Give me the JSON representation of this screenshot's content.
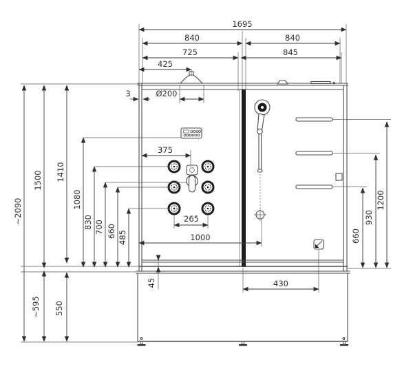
{
  "drawing": {
    "type": "technical-dimension-drawing",
    "subject": "steam-shower-cabin-front-view",
    "units": "mm",
    "colors": {
      "line": "#4a4a4a",
      "dark_fill": "#1d1d1d",
      "text": "#2e2e2e",
      "background": "#ffffff"
    },
    "dims": {
      "overall_width": "1695",
      "left_section_width": "840",
      "right_section_width": "840",
      "left_inner_width": "725",
      "right_inner_width": "845",
      "head_offset": "425",
      "head_diameter": "Ø200",
      "glass_thickness": "3",
      "valve_offset": "375",
      "jet_spacing": "265",
      "connection_offset": "1000",
      "drain_offset": "430",
      "floor_step": "45",
      "overall_height": "~2090",
      "cabin_height": "1500",
      "door_height": "1410",
      "panel_height": "1080",
      "jet_row_top_height": "830",
      "valve_height": "700",
      "jet_row_mid_height": "660",
      "jet_row_bottom_height": "485",
      "base_overall_height": "~595",
      "base_height": "550",
      "shelf_top_height": "1200",
      "shelf_mid_height": "930",
      "shelf_bottom_height": "660"
    },
    "icons": [
      "rain-shower-head-icon",
      "steam-outlet-icon",
      "roof-vent-icon",
      "control-panel-icon",
      "body-jet-icon",
      "mixer-valve-icon",
      "hand-shower-icon",
      "water-connection-icon",
      "shelf-bar-icon",
      "soap-dish-icon",
      "drain-box-icon",
      "foot-icon"
    ]
  }
}
